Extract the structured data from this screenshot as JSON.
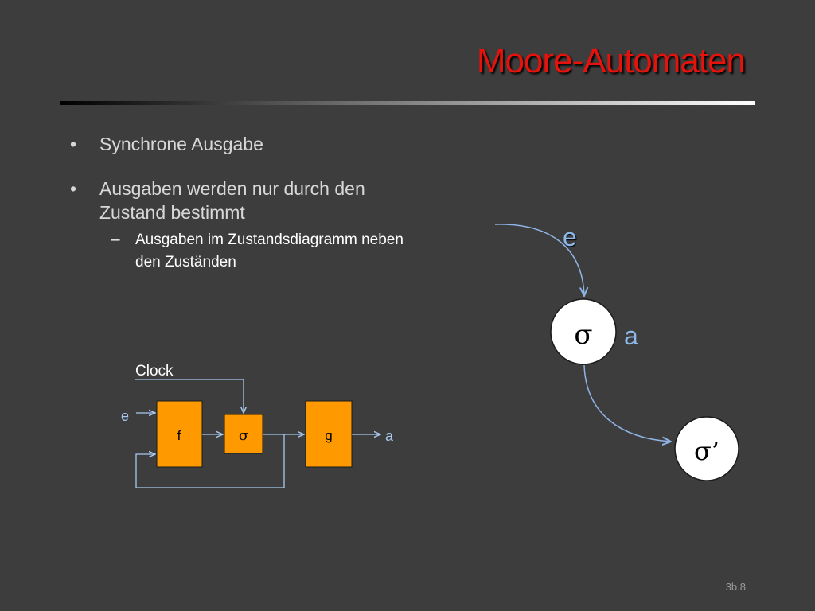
{
  "slide": {
    "title": "Moore-Automaten",
    "page_number": "3b.8"
  },
  "bullets": {
    "item1": "Synchrone Ausgabe",
    "item2": "Ausgaben werden nur durch den Zustand bestimmt",
    "sub1": "Ausgaben im Zustandsdiagramm neben den Zuständen",
    "bullet_symbol": "•",
    "dash_symbol": "–"
  },
  "circuit": {
    "clock_label": "Clock",
    "input_label": "e",
    "f_label": "f",
    "sigma_label": "σ",
    "g_label": "g",
    "output_label": "a",
    "colors": {
      "block": "#ff9900",
      "wire": "#a8c8ee"
    }
  },
  "state_diagram": {
    "input_label": "e",
    "state1_label": "σ",
    "output_label": "a",
    "state2_label": "σ’",
    "colors": {
      "arrow": "#8fb4e6",
      "label": "#8cb8ea",
      "state": "#ffffff"
    }
  }
}
